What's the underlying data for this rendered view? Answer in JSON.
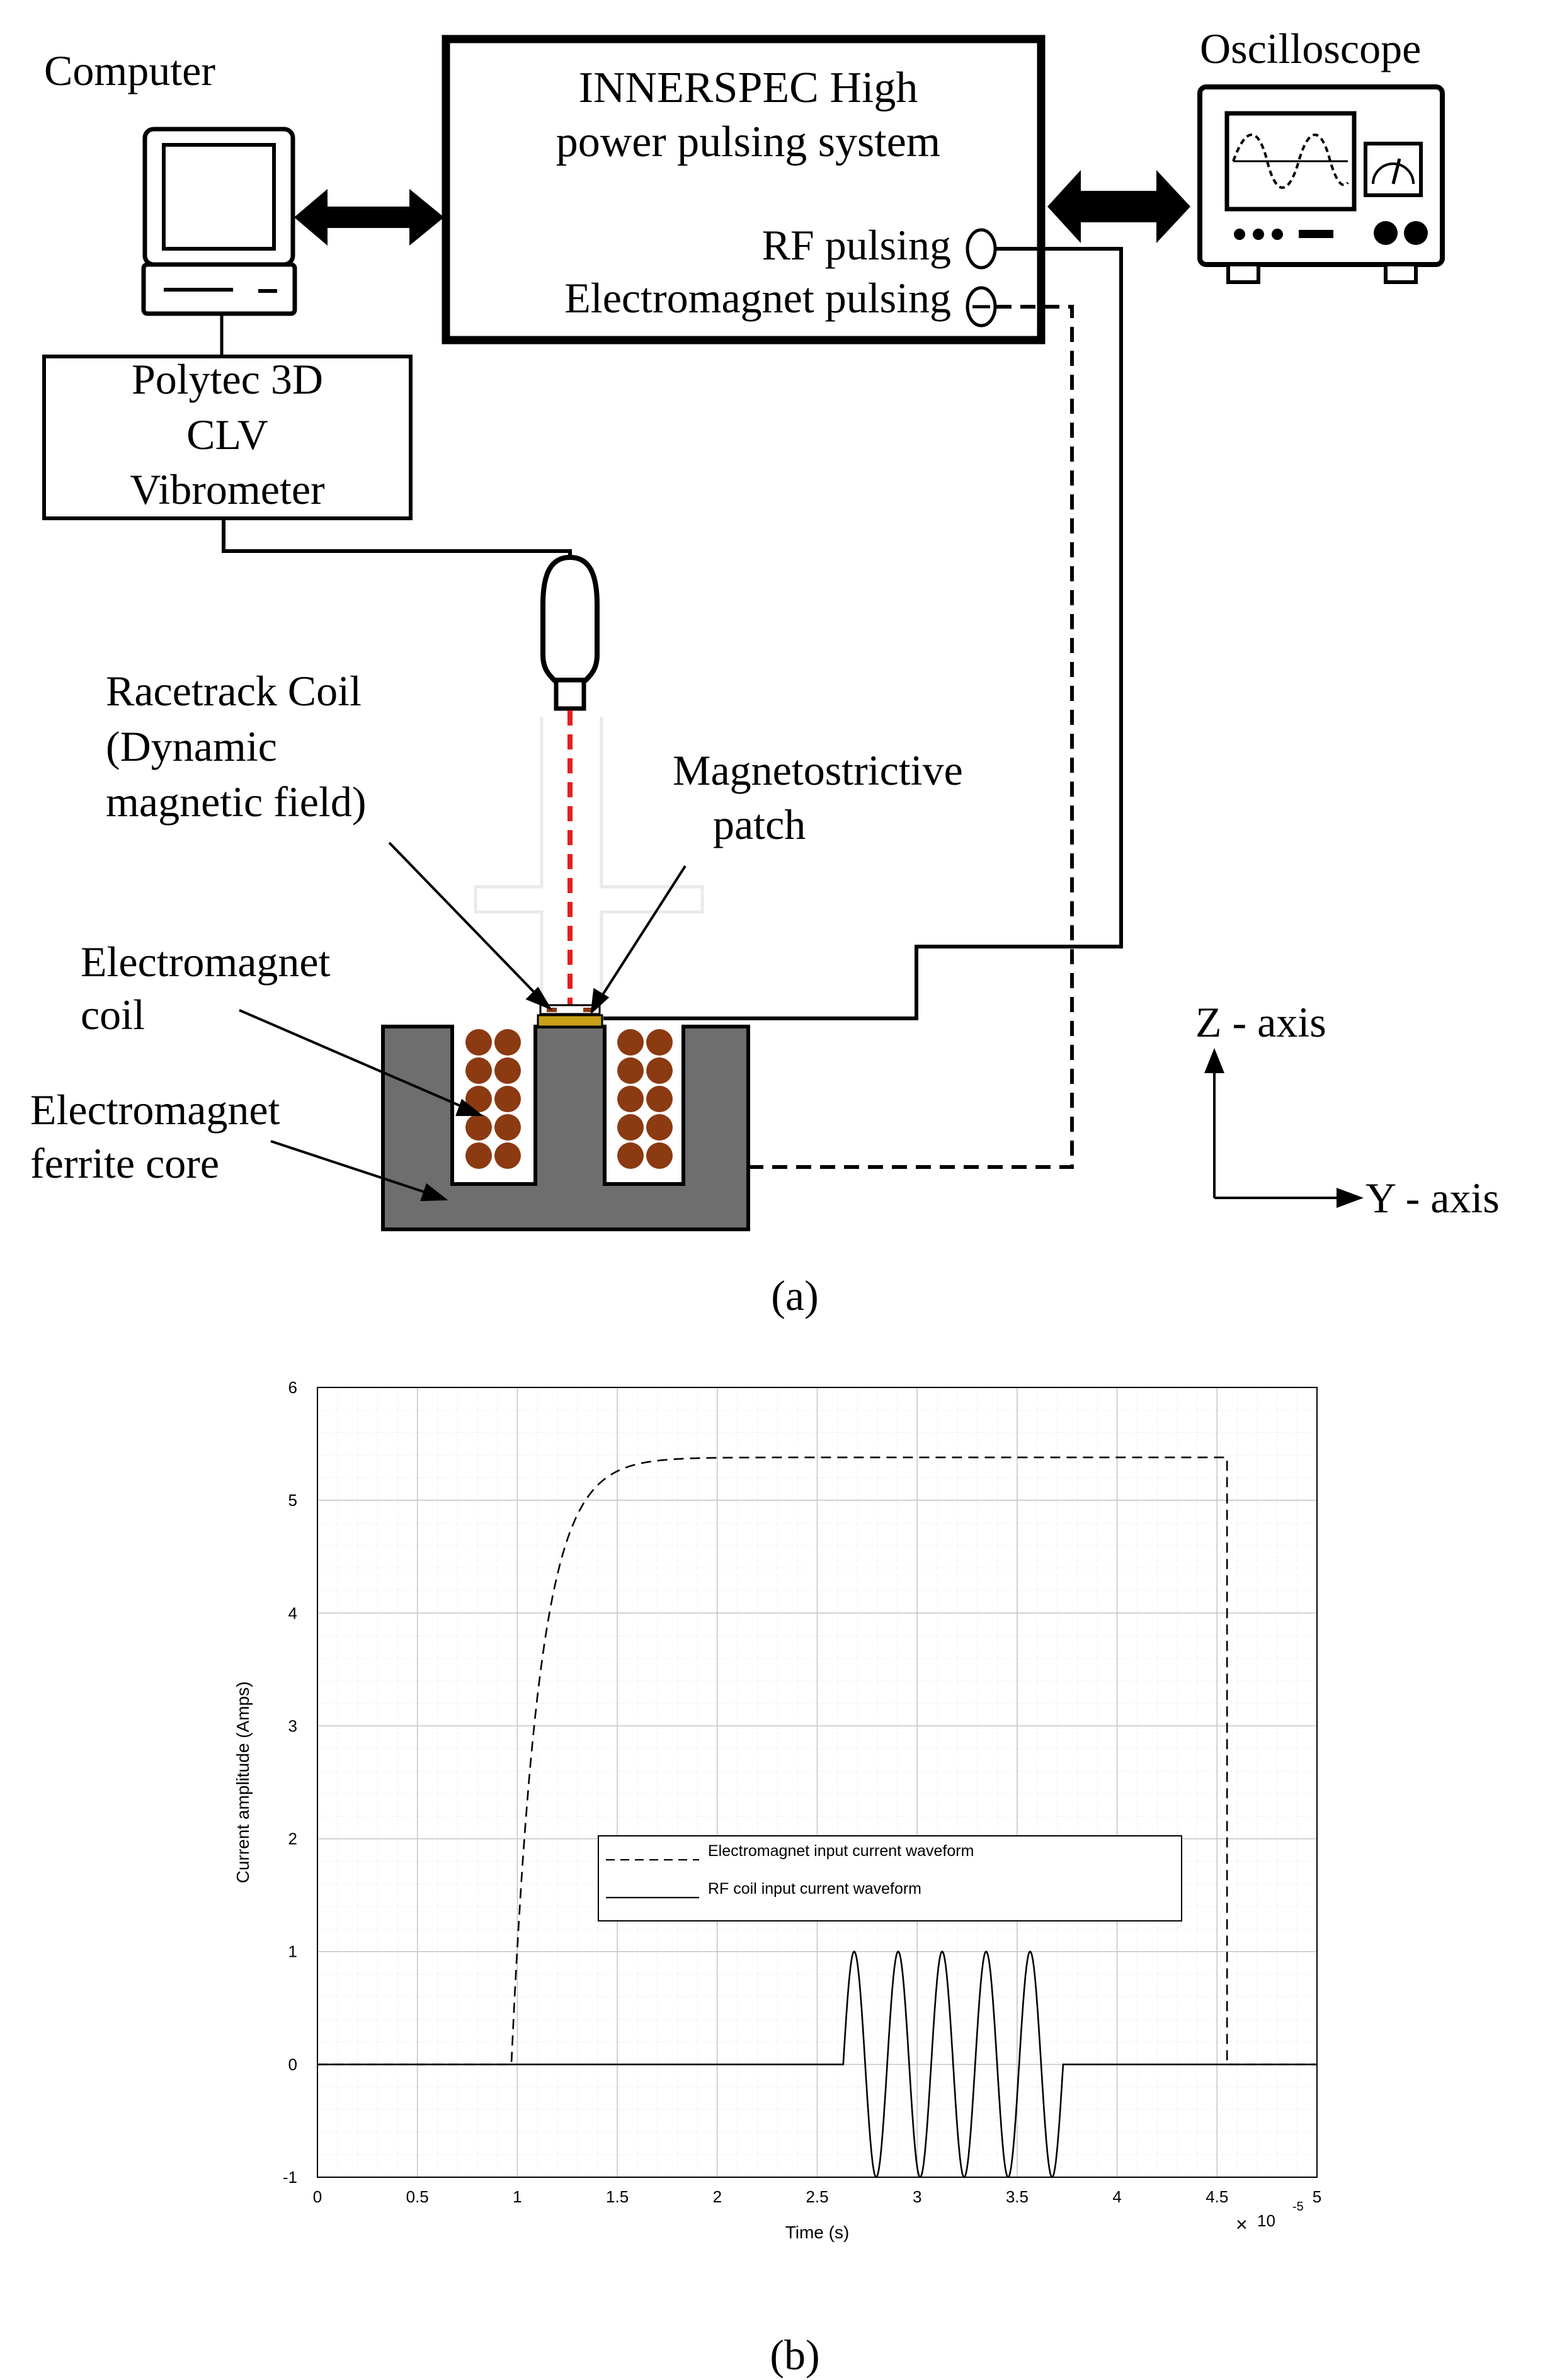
{
  "diagram": {
    "labels": {
      "computer": "Computer",
      "pulser_line1": "INNERSPEC High",
      "pulser_line2": "power pulsing system",
      "rf_pulsing": "RF pulsing",
      "em_pulsing": "Electromagnet pulsing",
      "oscilloscope": "Oscilloscope",
      "vibrometer_line1": "Polytec 3D",
      "vibrometer_line2": "CLV",
      "vibrometer_line3": "Vibrometer",
      "racetrack_line1": "Racetrack  Coil",
      "racetrack_line2": "(Dynamic",
      "racetrack_line3": "magnetic field)",
      "patch_line1": "Magnetostrictive",
      "patch_line2": "patch",
      "em_coil_line1": "Electromagnet",
      "em_coil_line2": "coil",
      "core_line1": "Electromagnet",
      "core_line2": "ferrite core",
      "z_axis": "Z - axis",
      "y_axis": "Y - axis"
    },
    "colors": {
      "ferrite_core": "#6e6e6e",
      "coil_winding": "#8b3a12",
      "laser_beam": "#e32020",
      "patch": "#c8a018"
    },
    "panel_a_label": "(a)"
  },
  "chart_data": {
    "type": "line",
    "xlabel": "Time (s)",
    "ylabel": "Current amplitude (Amps)",
    "xlim": [
      0,
      5
    ],
    "ylim": [
      -1,
      6
    ],
    "x_ticks": [
      "0",
      "0.5",
      "1",
      "1.5",
      "2",
      "2.5",
      "3",
      "3.5",
      "4",
      "4.5",
      "5"
    ],
    "y_ticks": [
      "-1",
      "0",
      "1",
      "2",
      "3",
      "4",
      "5",
      "6"
    ],
    "x_exponent_base": "10",
    "x_exponent_power": "-5",
    "grid": true,
    "legend_position": "center",
    "series": [
      {
        "name": "Electromagnet input current waveform",
        "style": "dashed",
        "model": "exponential_rise",
        "start": 0.97,
        "end": 4.55,
        "amplitude": 5.38,
        "time_constant": 0.14
      },
      {
        "name": "RF coil input current waveform",
        "style": "solid",
        "model": "sine_burst",
        "start": 2.63,
        "end": 3.73,
        "cycles": 5,
        "amplitude": 1.0
      }
    ]
  },
  "panel_b_label": "(b)"
}
